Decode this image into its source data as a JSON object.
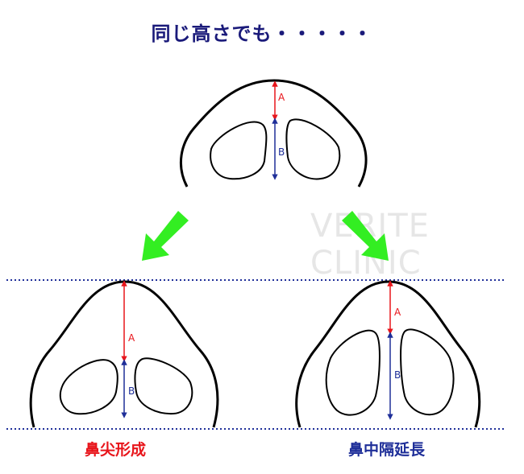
{
  "title": "同じ高さでも・・・・・",
  "watermark": "VERITE CLINIC",
  "labels": {
    "a": "A",
    "b": "B"
  },
  "captions": {
    "left": "鼻尖形成",
    "right": "鼻中隔延長"
  },
  "colors": {
    "title": "#1a1a7a",
    "a_arrow": "#e8151b",
    "b_arrow": "#1f2f99",
    "guide": "#1f2f99",
    "arrow_fill": "#33ee22",
    "outline": "#000000"
  },
  "icons": {
    "transition_left": "arrow-down-left-icon",
    "transition_right": "arrow-down-right-icon"
  }
}
